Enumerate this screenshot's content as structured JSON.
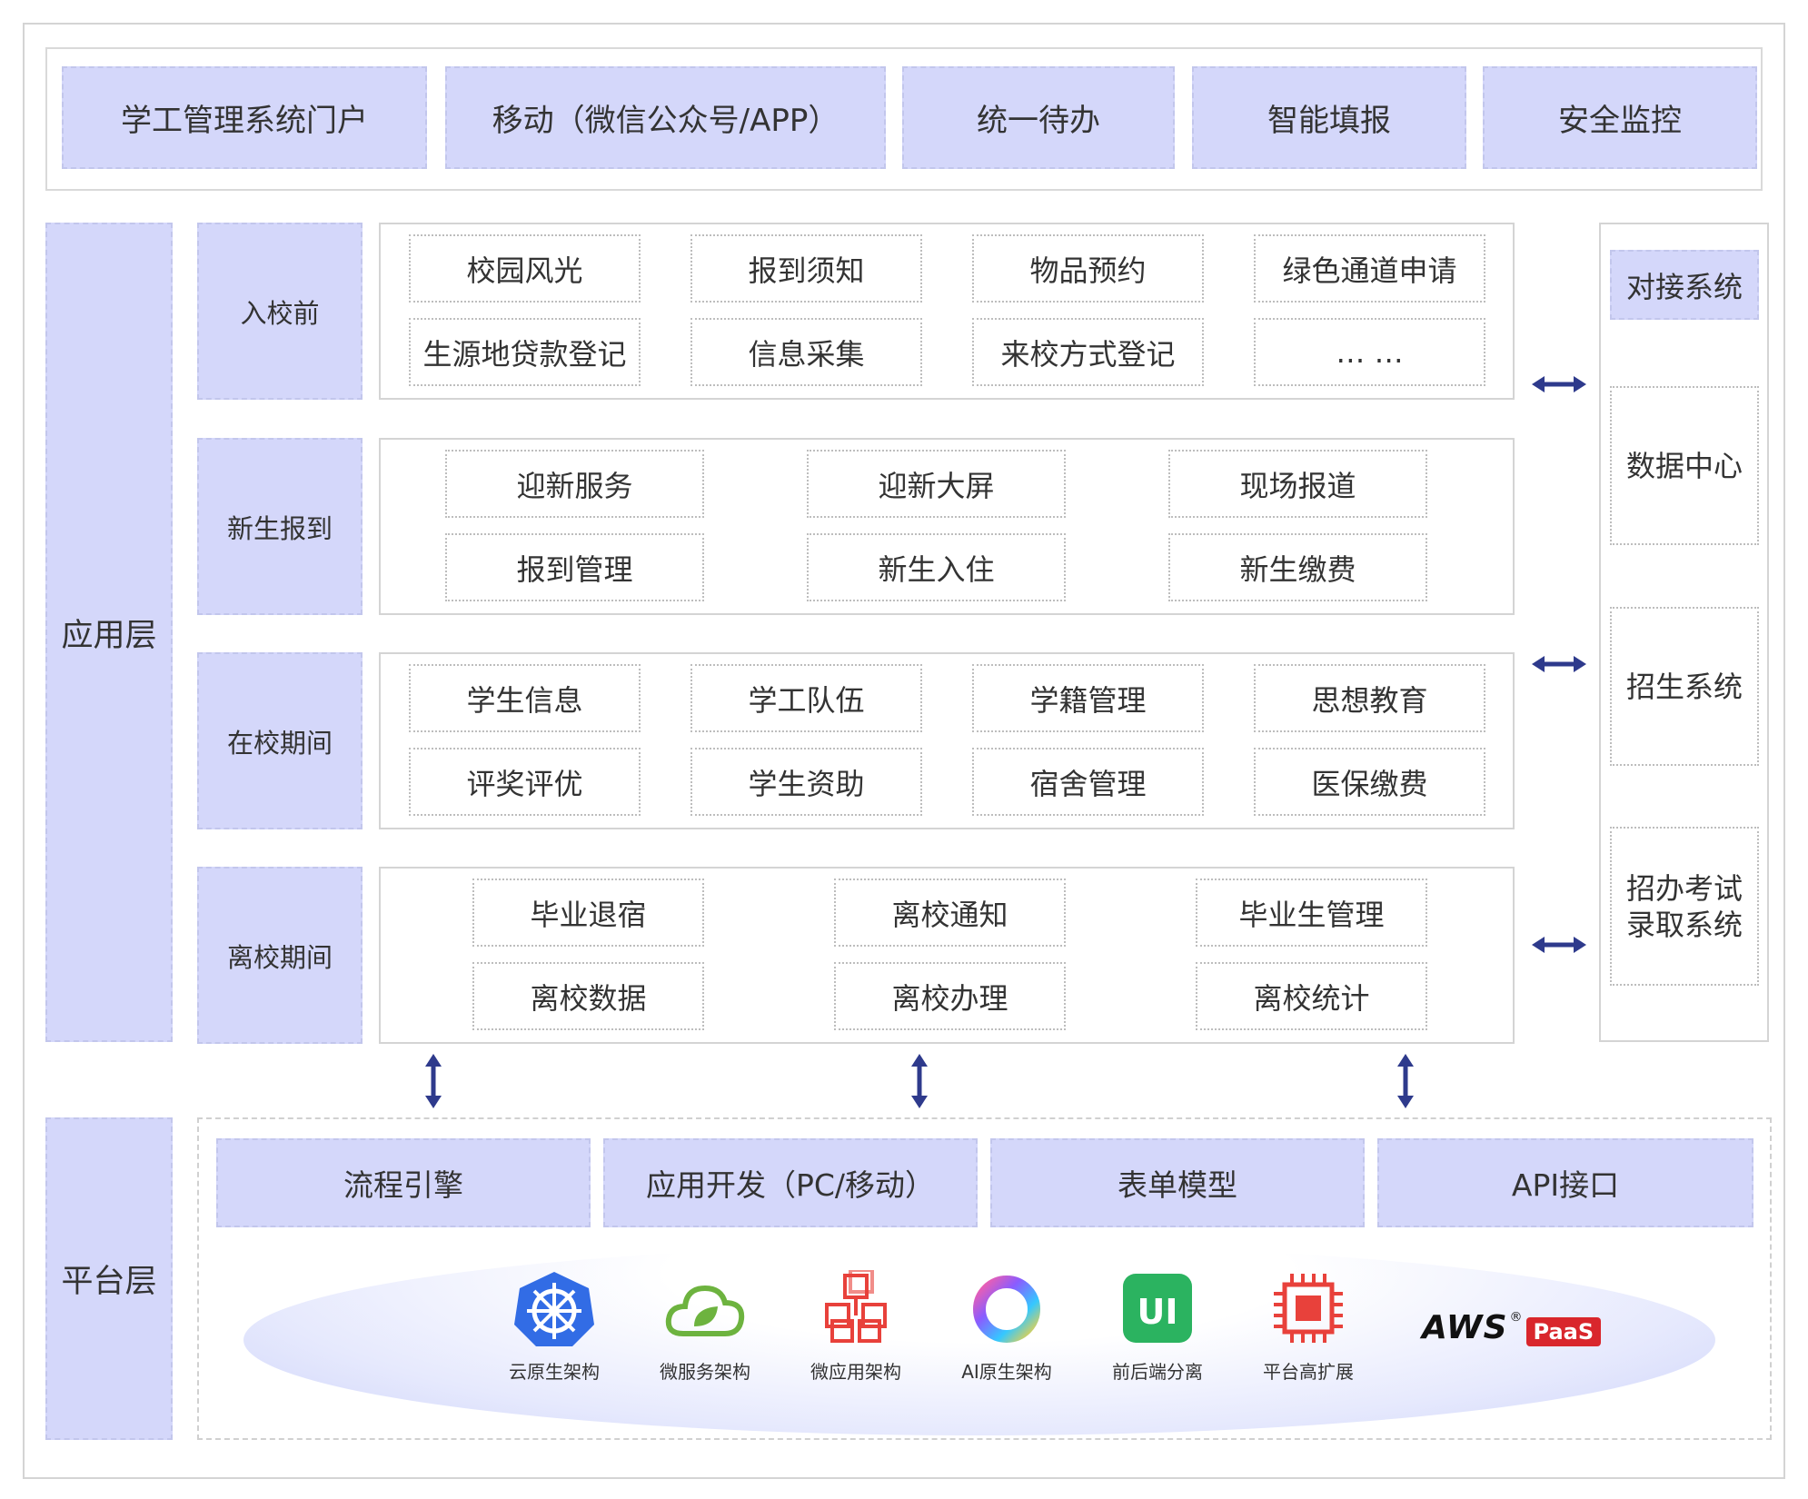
{
  "top_bar": [
    "学工管理系统门户",
    "移动（微信公众号/APP）",
    "统一待办",
    "智能填报",
    "安全监控"
  ],
  "app_layer": {
    "label": "应用层",
    "phases": [
      {
        "name": "入校前",
        "items": [
          "校园风光",
          "报到须知",
          "物品预约",
          "绿色通道申请",
          "生源地贷款登记",
          "信息采集",
          "来校方式登记",
          "… …"
        ]
      },
      {
        "name": "新生报到",
        "items": [
          "迎新服务",
          "迎新大屏",
          "现场报道",
          "报到管理",
          "新生入住",
          "新生缴费"
        ]
      },
      {
        "name": "在校期间",
        "items": [
          "学生信息",
          "学工队伍",
          "学籍管理",
          "思想教育",
          "评奖评优",
          "学生资助",
          "宿舍管理",
          "医保缴费"
        ]
      },
      {
        "name": "离校期间",
        "items": [
          "毕业退宿",
          "离校通知",
          "毕业生管理",
          "离校数据",
          "离校办理",
          "离校统计"
        ]
      }
    ]
  },
  "integration": {
    "title": "对接系统",
    "systems": [
      "数据中心",
      "招生系统",
      "招办考试录取系统"
    ]
  },
  "platform_layer": {
    "label": "平台层",
    "modules": [
      "流程引擎",
      "应用开发（PC/移动）",
      "表单模型",
      "API接口"
    ],
    "tech": [
      {
        "label": "云原生架构",
        "icon": "kubernetes-icon"
      },
      {
        "label": "微服务架构",
        "icon": "spring-cloud-icon"
      },
      {
        "label": "微应用架构",
        "icon": "cubes-icon"
      },
      {
        "label": "AI原生架构",
        "icon": "ai-ring-icon"
      },
      {
        "label": "前后端分离",
        "icon": "ui-icon"
      },
      {
        "label": "平台高扩展",
        "icon": "chip-icon"
      }
    ],
    "brand": {
      "aws": "AWS",
      "reg": "®",
      "paas": "PaaS"
    }
  },
  "colors": {
    "accent_fill": "#d4d7fa",
    "arrow": "#2e3a8c",
    "paas_red": "#d9262c"
  }
}
